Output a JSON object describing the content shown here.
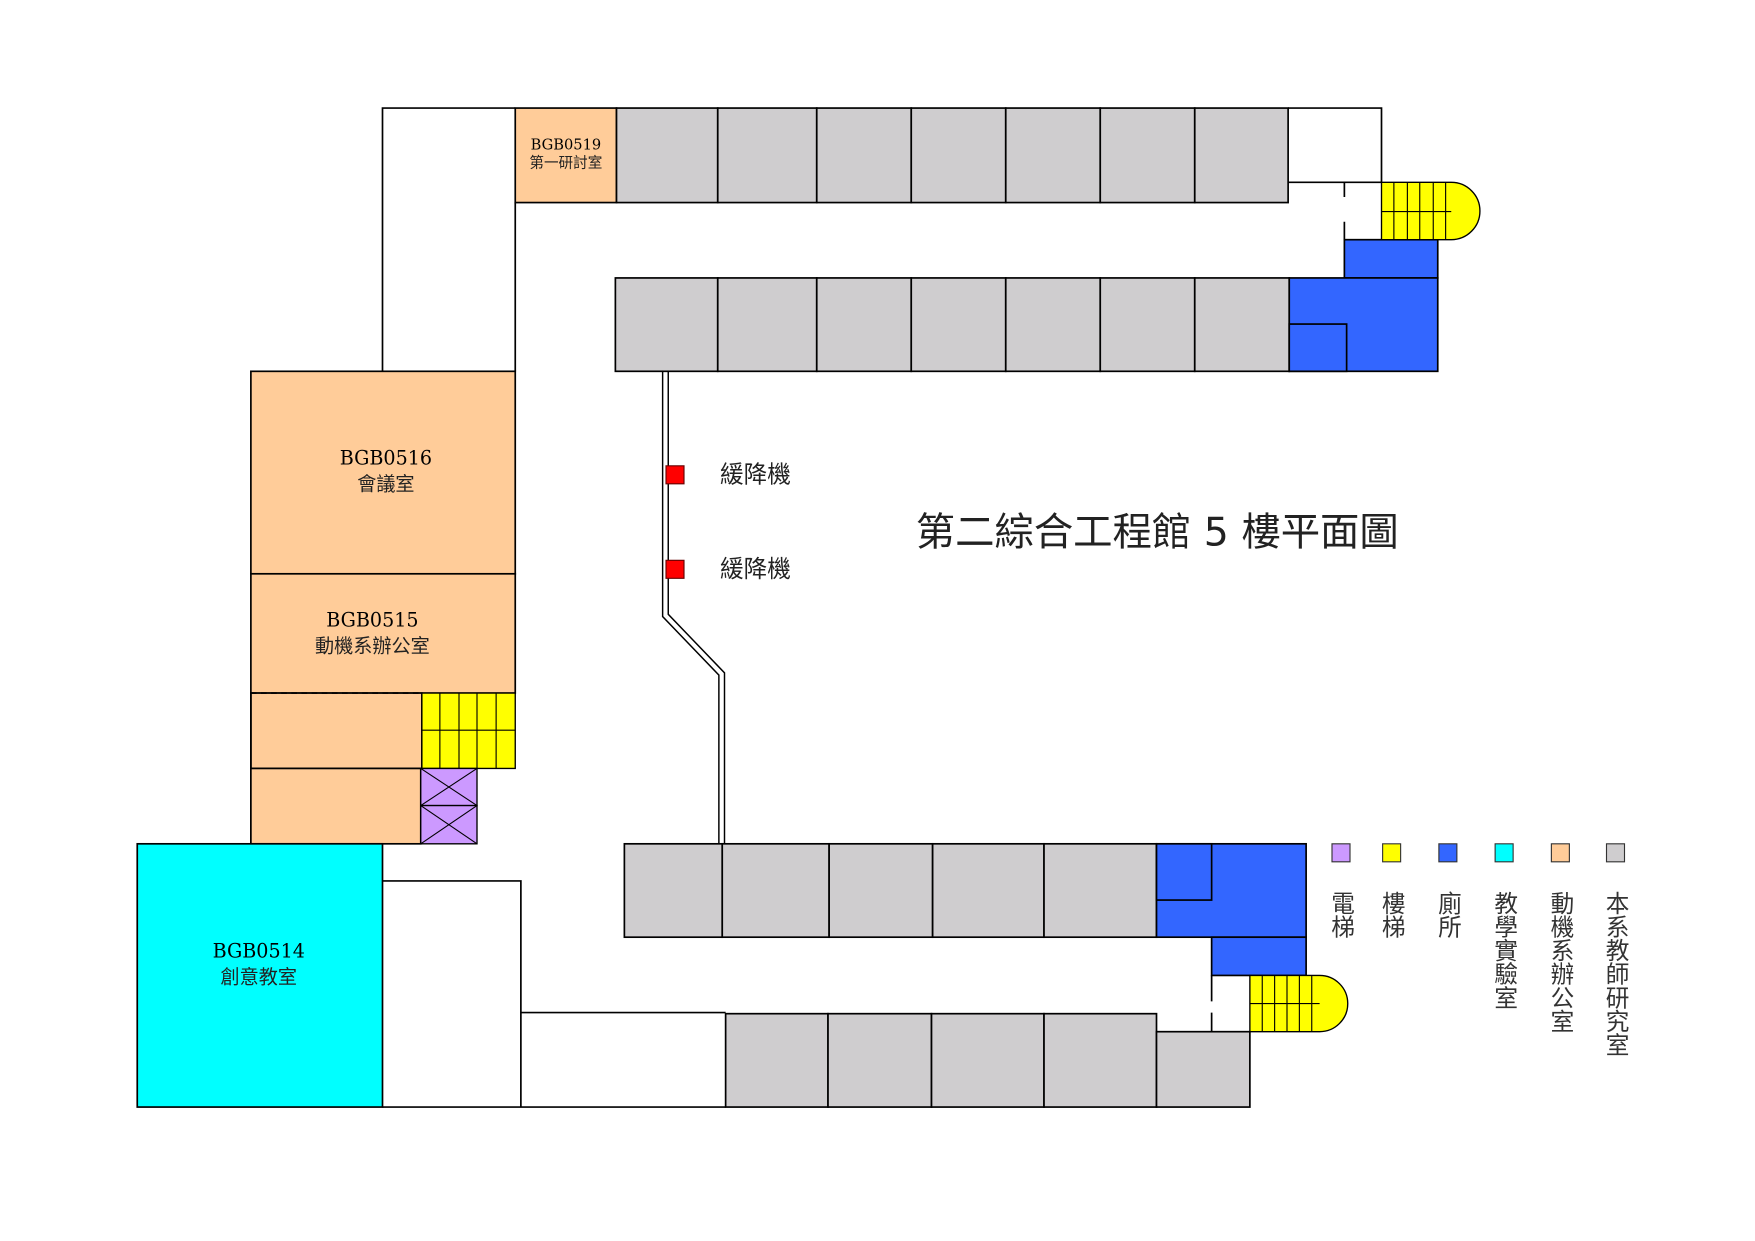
{
  "title": "第二綜合工程館 5 樓平面圖",
  "colors": {
    "elevator": "#cc99ff",
    "stairs": "#ffff00",
    "toilet": "#3366ff",
    "lab": "#00ffff",
    "office": "#ffcc99",
    "faculty": "#cfcdcf"
  },
  "rooms": {
    "r0519": {
      "code": "BGB0519",
      "name": "第一研討室"
    },
    "r0516": {
      "code": "BGB0516",
      "name": "會議室"
    },
    "r0515": {
      "code": "BGB0515",
      "name": "動機系辦公室"
    },
    "r0514": {
      "code": "BGB0514",
      "name": "創意教室"
    }
  },
  "escape": {
    "label1": "緩降機",
    "label2": "緩降機"
  },
  "legend": [
    {
      "label": "電梯",
      "color": "#cc99ff"
    },
    {
      "label": "樓梯",
      "color": "#ffff00"
    },
    {
      "label": "廁所",
      "color": "#3366ff"
    },
    {
      "label": "教學實驗室",
      "color": "#00ffff"
    },
    {
      "label": "動機系辦公室",
      "color": "#ffcc99"
    },
    {
      "label": "本系教師研究室",
      "color": "#cfcdcf"
    }
  ]
}
